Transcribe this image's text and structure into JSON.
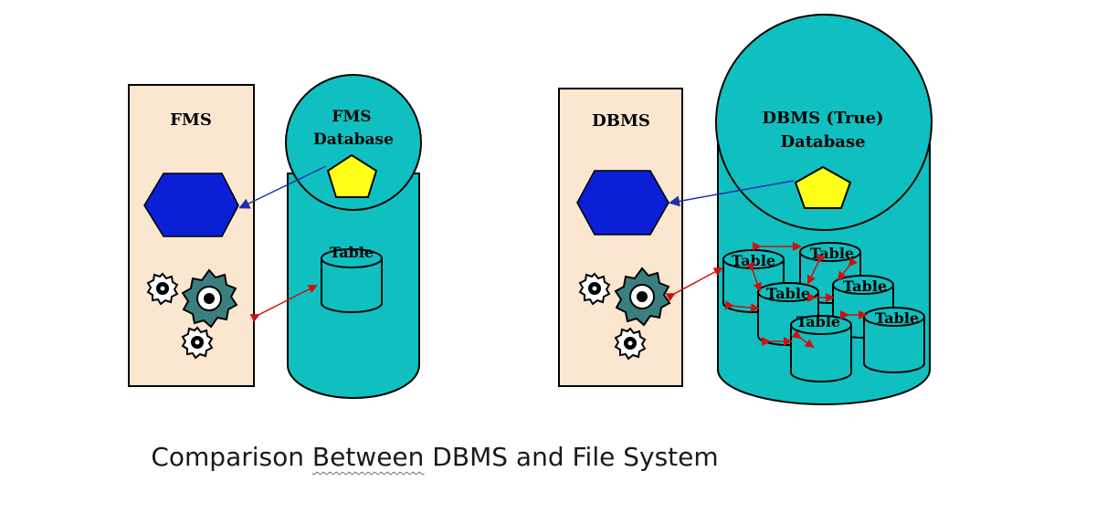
{
  "colors": {
    "panel_fill": "#fbe6cf",
    "cylinder_fill": "#10c0c0",
    "hexagon_fill": "#0b1fd6",
    "pentagon_fill": "#ffff1a",
    "arrow_red": "#cc1111",
    "arrow_blue": "#1d2fb0",
    "outline": "#000000"
  },
  "left_diagram": {
    "panel_label": "FMS",
    "db_title_line1": "FMS",
    "db_title_line2": "Database",
    "table_label": "Table",
    "icons": [
      "hexagon-icon",
      "pentagon-icon",
      "gears-icon"
    ]
  },
  "right_diagram": {
    "panel_label": "DBMS",
    "db_title_line1": "DBMS (True)",
    "db_title_line2": "Database",
    "table_labels": [
      "Table",
      "Table",
      "Table",
      "Table",
      "Table",
      "Table"
    ],
    "icons": [
      "hexagon-icon",
      "pentagon-icon",
      "gears-icon"
    ]
  },
  "caption": {
    "before": "Comparison ",
    "squiggle_word": "Between",
    "after": " DBMS and File System"
  }
}
